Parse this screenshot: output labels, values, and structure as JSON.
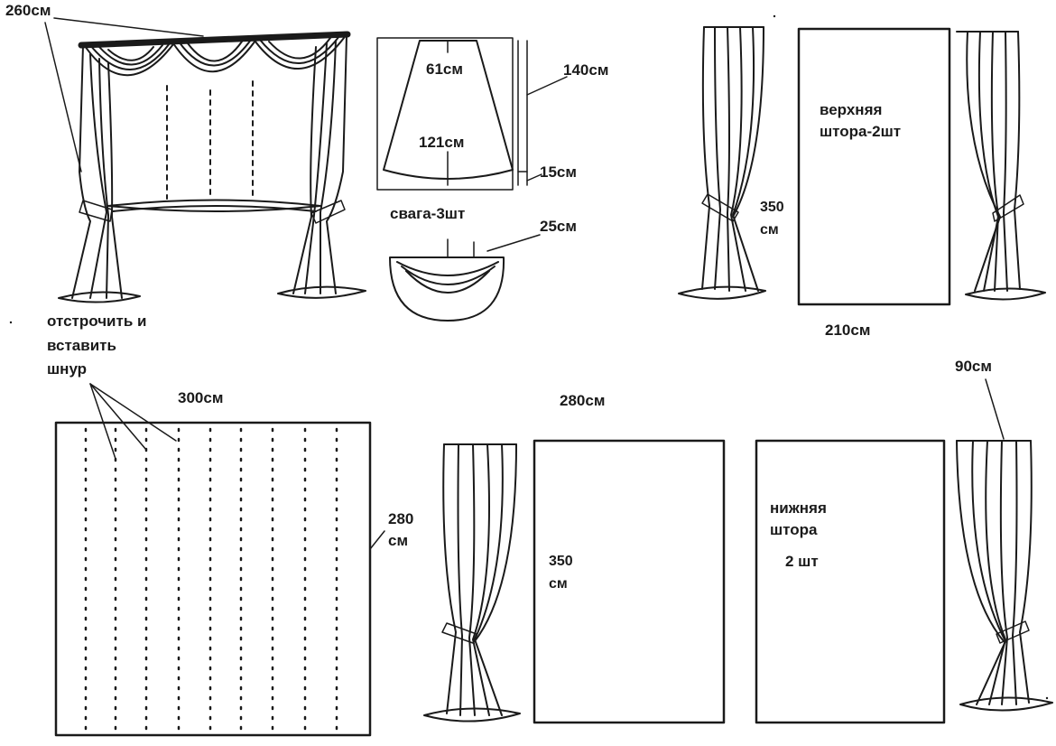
{
  "labels": {
    "cornice_width": "260см",
    "swag_top": "61см",
    "swag_height": "140см",
    "swag_bottom": "121см",
    "swag_arc": "15см",
    "swag_caption": "свага-3шт",
    "swag_fold": "25см",
    "upper_height_num": "350",
    "upper_height_unit": "см",
    "upper_caption_line1": "верхняя",
    "upper_caption_line2": "штора-2шт",
    "upper_width": "210см",
    "sheer_note_line1": "отстрочить и",
    "sheer_note_line2": "вставить",
    "sheer_note_line3": "шнур",
    "sheer_width": "300см",
    "sheer_height_num": "280",
    "sheer_height_unit": "см",
    "lower_width": "280см",
    "lower_piece_width": "90см",
    "lower_height_num": "350",
    "lower_height_unit": "см",
    "lower_caption_line1": "нижняя",
    "lower_caption_line2": "штора",
    "lower_caption_line3": "2 шт"
  },
  "colors": {
    "ink": "#1a1a1a",
    "paper": "#ffffff"
  }
}
